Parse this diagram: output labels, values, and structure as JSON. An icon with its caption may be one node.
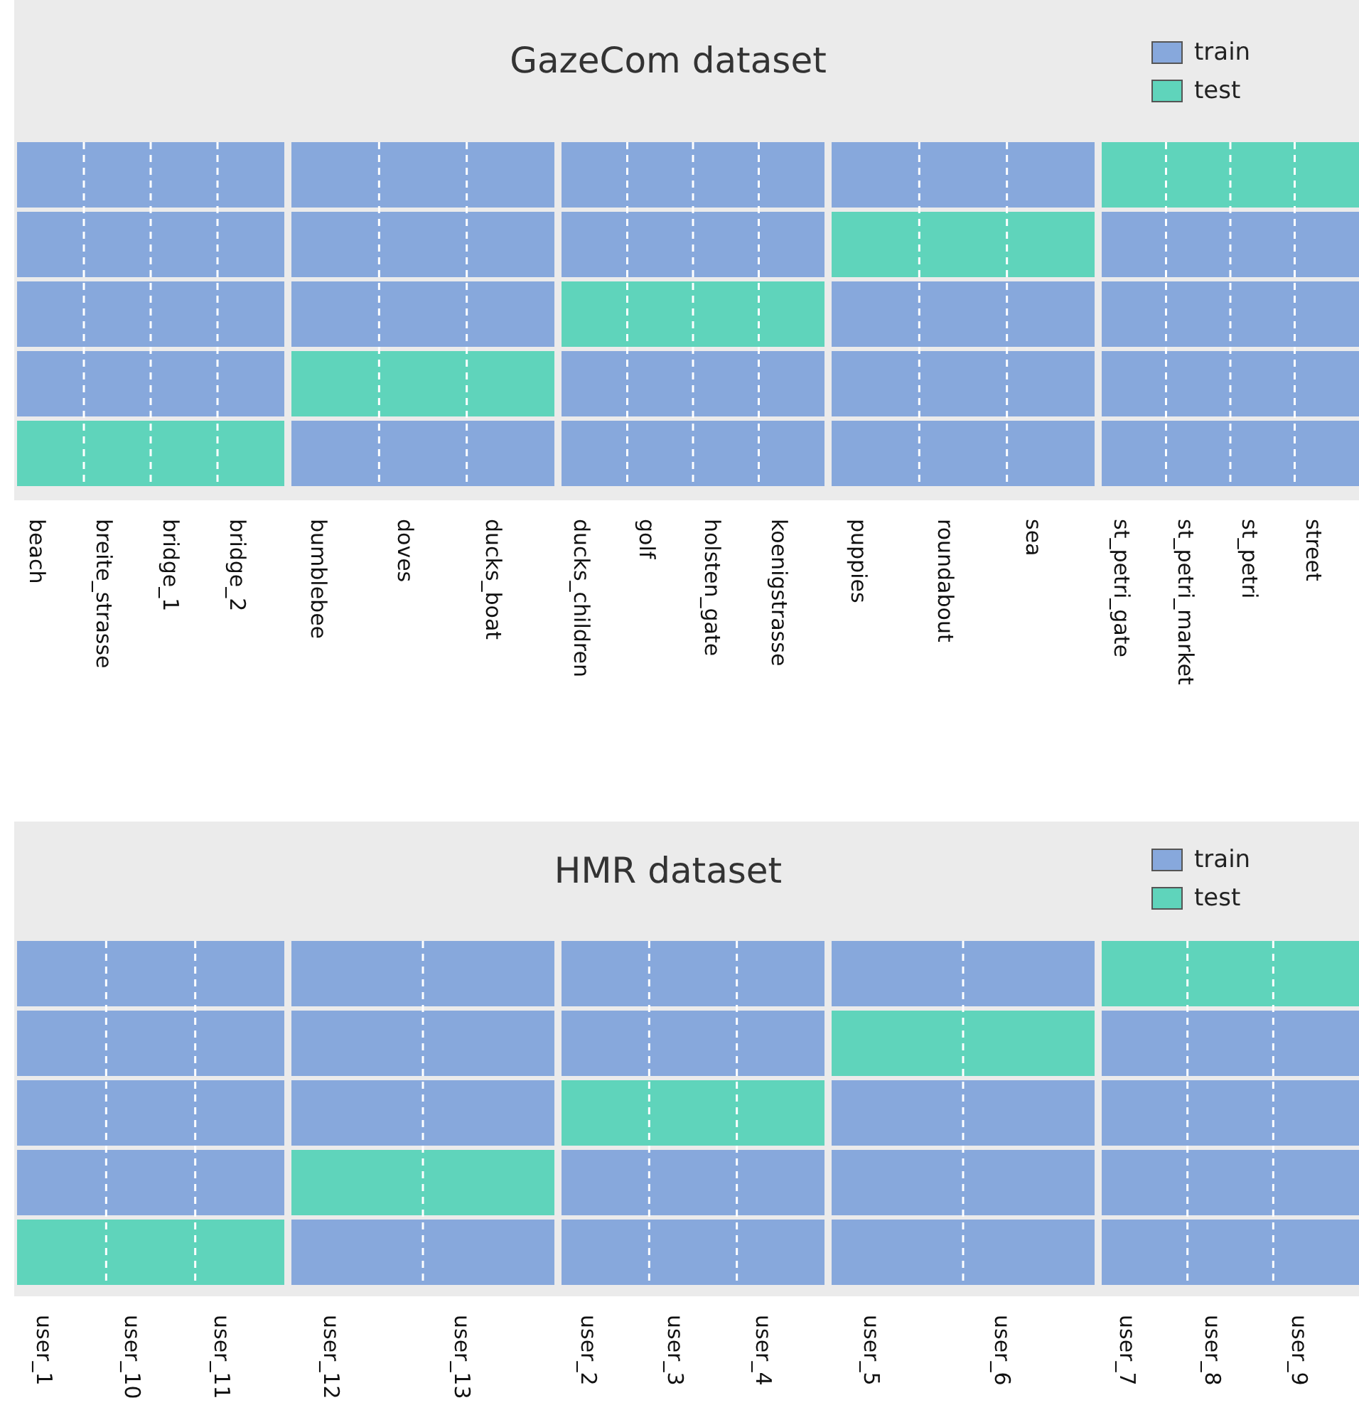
{
  "diagram": {
    "nodes": [
      {
        "text": [
          "GazeCom dataset"
        ],
        "beside": [
          "beach",
          "breite_strasse",
          "bridge_1",
          "bridge_2",
          "bumblebee",
          "doves",
          "ducks_boat",
          "ducks_children",
          "golf",
          "holsten_gate",
          "koenigstrasse",
          "puppies",
          "roundabout",
          "sea",
          "st_petri_gate",
          "st_petri_market",
          "st_petri",
          "street"
        ]
      },
      {
        "text": [
          "HMR dataset"
        ],
        "beside": [
          "user_1",
          "user_10",
          "user_11",
          "user_12",
          "user_13",
          "user_2",
          "user_3",
          "user_4",
          "user_5",
          "user_6",
          "user_7",
          "user_8",
          "user_9"
        ]
      }
    ],
    "legend": [
      {
        "text": "train",
        "color": "#87a8dc"
      },
      {
        "text": "test",
        "color": "#5fd4bb"
      },
      {
        "text": "train",
        "color": "#87a8dc"
      },
      {
        "text": "test",
        "color": "#5fd4bb"
      }
    ]
  }
}
